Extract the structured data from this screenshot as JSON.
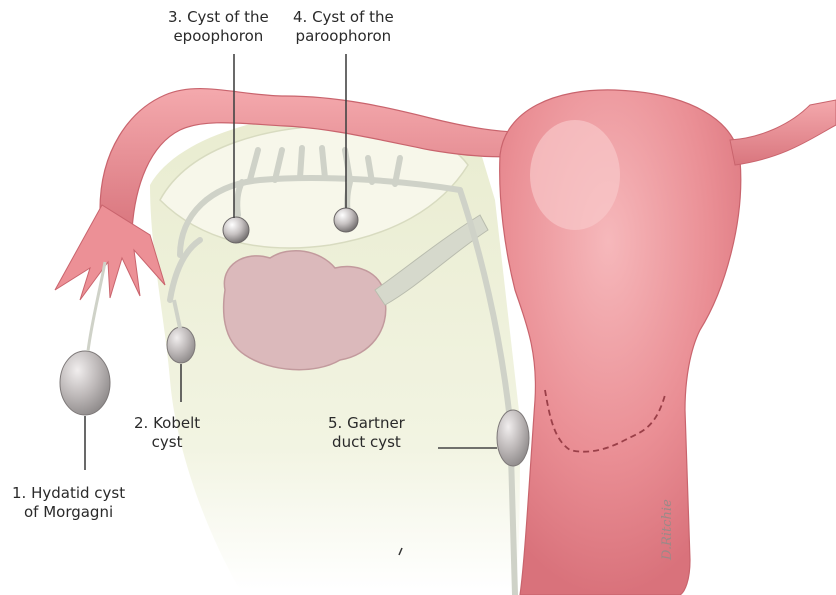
{
  "labels": {
    "hydatid": {
      "line1": "1. Hydatid cyst",
      "line2": "of Morgagni"
    },
    "kobelt": {
      "line1": "2. Kobelt",
      "line2": "cyst"
    },
    "epoophoron": {
      "line1": "3. Cyst of the",
      "line2": "epoophoron"
    },
    "paroophoron": {
      "line1": "4. Cyst of the",
      "line2": "paroophoron"
    },
    "gartner": {
      "line1": "5. Gartner",
      "line2": "duct cyst"
    }
  },
  "artist_signature": "D.Ritchie",
  "colors": {
    "uterus": "#e98e92",
    "uterus_dark": "#d6727a",
    "ligament": "#eef0d6",
    "ovary": "#d9b7b9",
    "duct": "#cfd2c8",
    "cyst": "#b9b4b4",
    "leader": "#444444"
  }
}
